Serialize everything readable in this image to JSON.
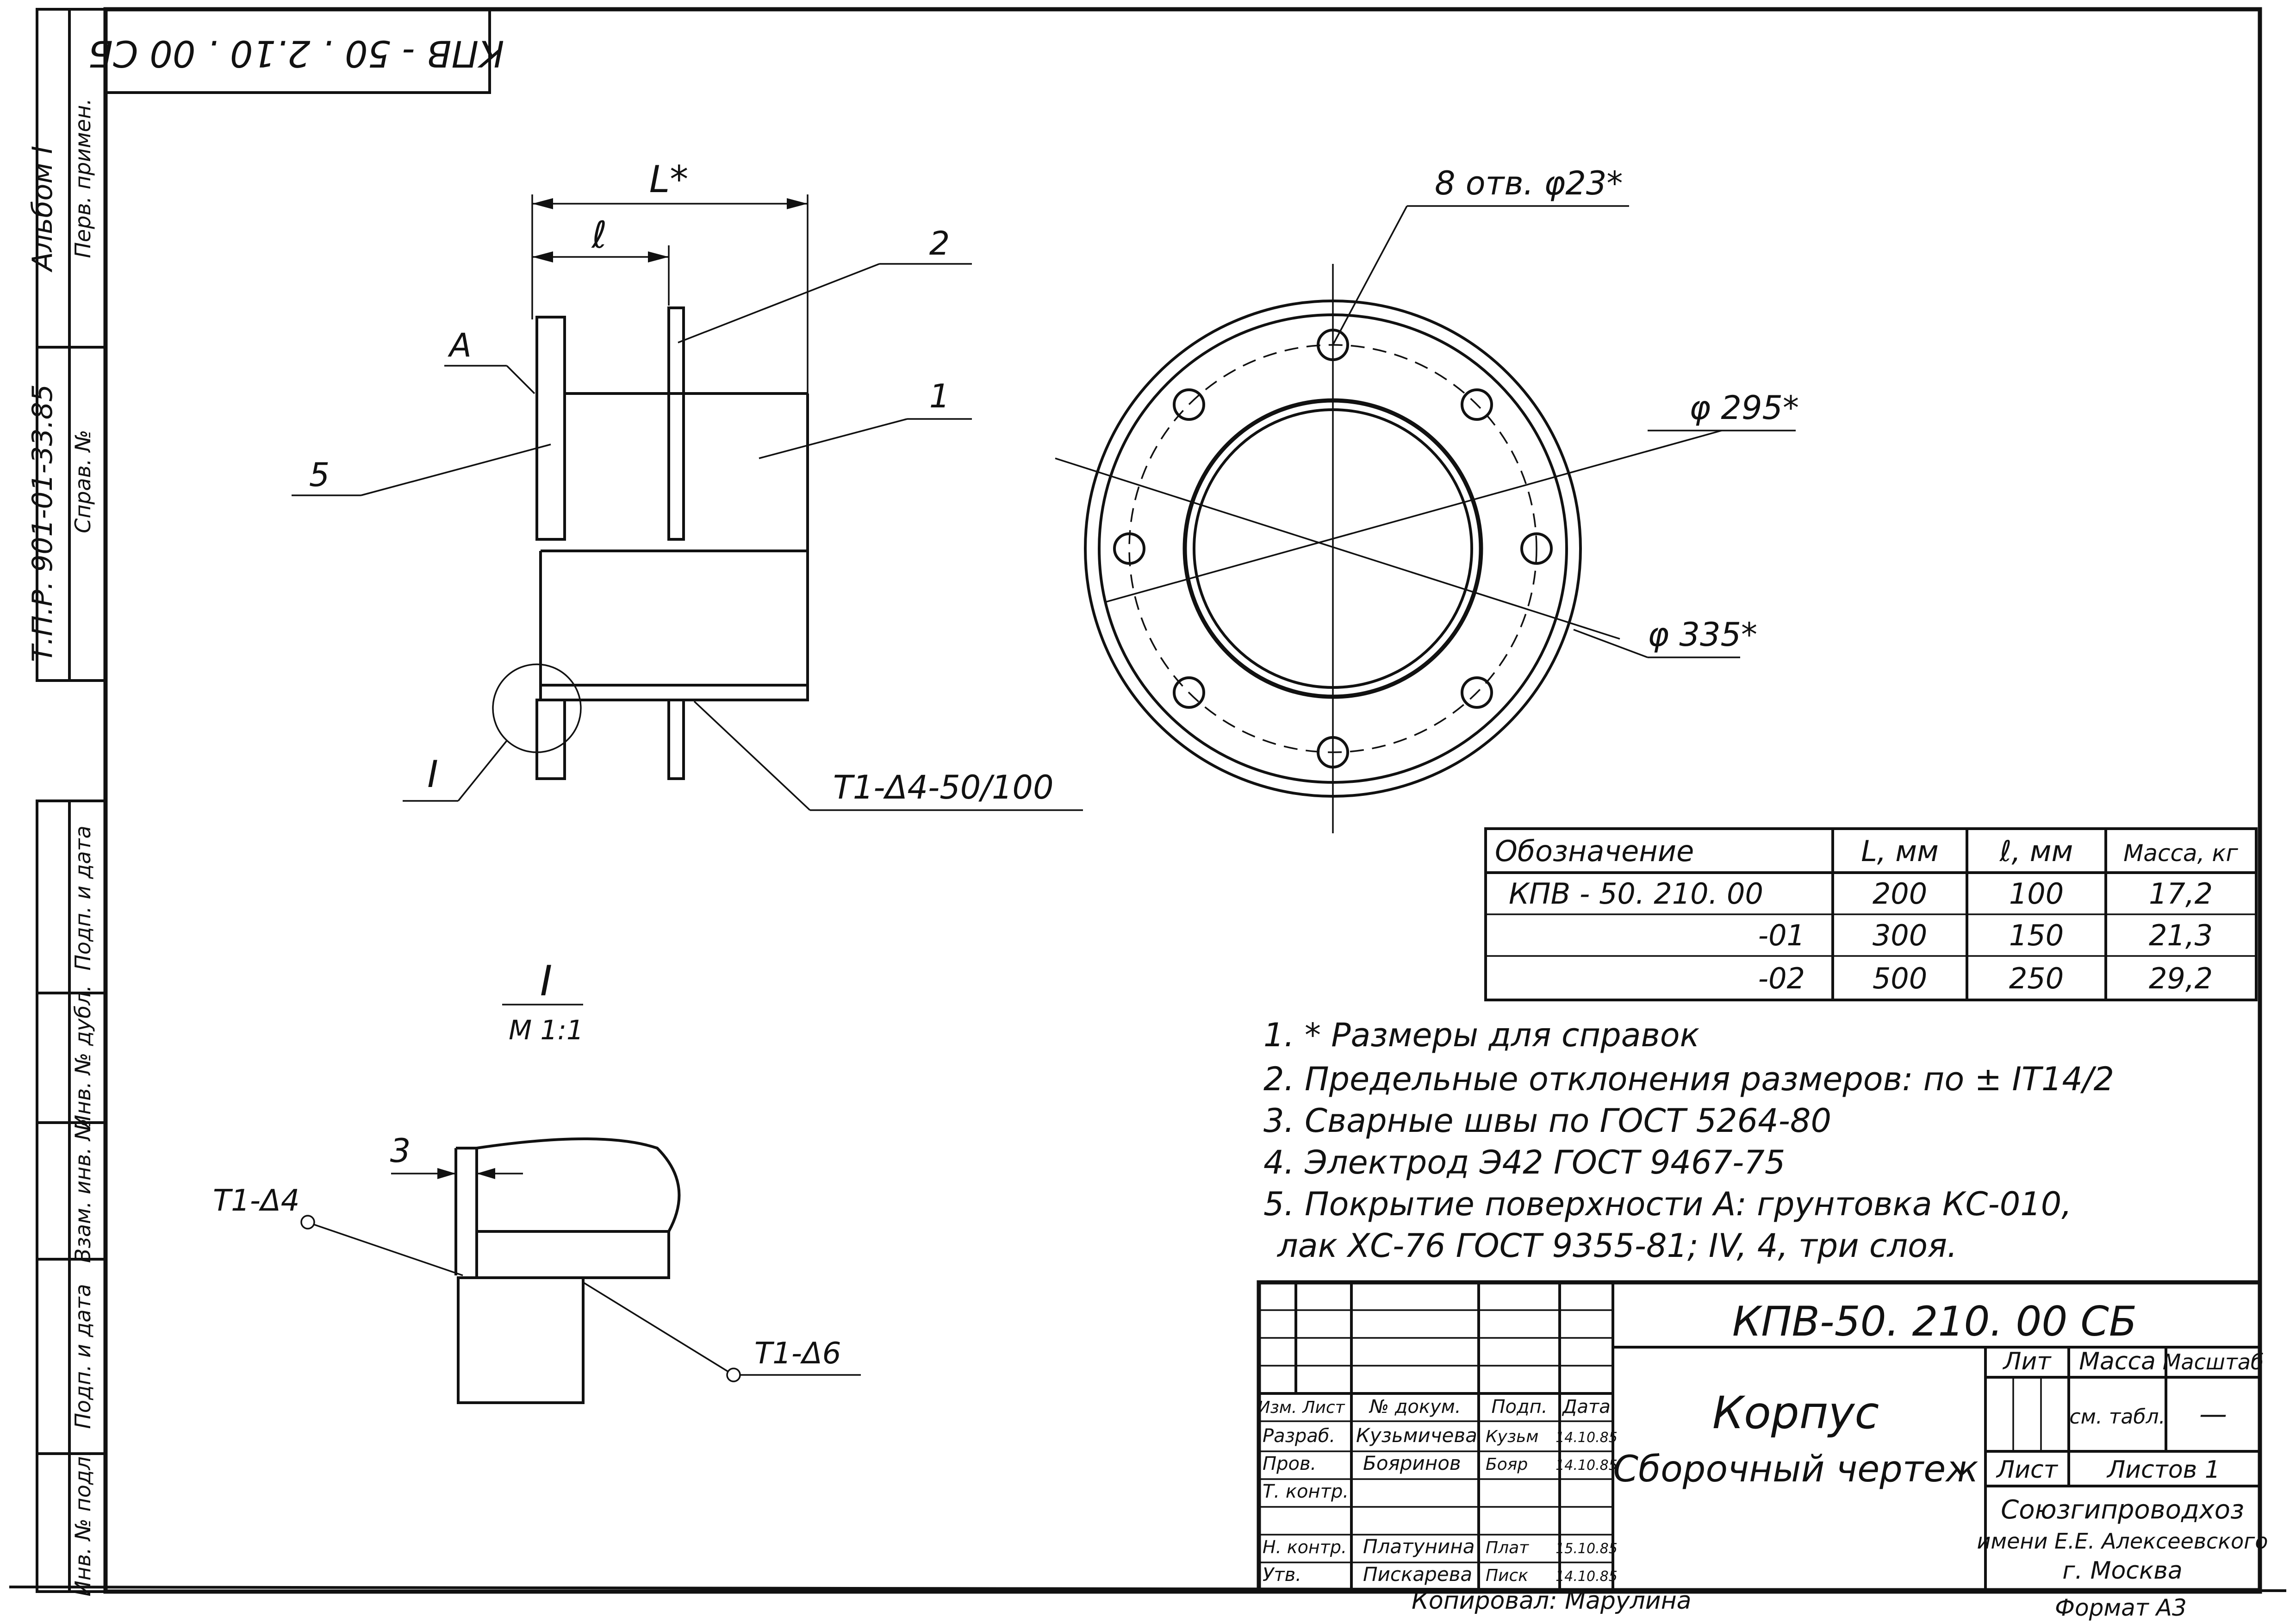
{
  "corner_stamp": "КПВ - 50 . 2.10 . 00 СБ",
  "left_strip": {
    "album": "Альбом I",
    "perv_primen": "Перв. примен.",
    "series": "Т.П.Р. 901-01-33.85",
    "sprav": "Справ. №",
    "podp_data_1": "Подп. и дата",
    "inv_dubl": "Инв. № дубл.",
    "vzam_inv": "Взам. инв. №",
    "podp_data_2": "Подп. и дата",
    "inv_podl": "Инв. № подл."
  },
  "main_view": {
    "dim_L": "L*",
    "dim_l": "ℓ",
    "pos_A": "А",
    "pos_5": "5",
    "pos_2": "2",
    "pos_1": "1",
    "pos_I": "I",
    "weld_main": "Т1-Δ4-50/100"
  },
  "flange_view": {
    "holes": "8 отв. φ23*",
    "d295": "φ 295*",
    "d335": "φ 335*"
  },
  "detail": {
    "title": "I",
    "scale": "М 1:1",
    "dim_3": "3",
    "weld_left": "Т1-Δ4",
    "weld_right": "Т1-Δ6"
  },
  "variants_table": {
    "headers": [
      "Обозначение",
      "L, мм",
      "ℓ, мм",
      "Масса, кг"
    ],
    "rows": [
      [
        "КПВ - 50. 210. 00",
        "200",
        "100",
        "17,2"
      ],
      [
        "-01",
        "300",
        "150",
        "21,3"
      ],
      [
        "-02",
        "500",
        "250",
        "29,2"
      ]
    ]
  },
  "notes": [
    "1. * Размеры для справок",
    "2. Предельные отклонения размеров: по ± IT14/2",
    "3. Сварные швы по ГОСТ 5264-80",
    "4. Электрод Э42 ГОСТ 9467-75",
    "5. Покрытие поверхности А: грунтовка КС-010,",
    "лак ХС-76 ГОСТ 9355-81; IV, 4, три слоя."
  ],
  "title_block": {
    "designation": "КПВ-50. 210. 00 СБ",
    "name_1": "Корпус",
    "name_2": "Сборочный чертеж",
    "col_headers": [
      "Изм.",
      "Лист",
      "№ докум.",
      "Подп.",
      "Дата"
    ],
    "roles": [
      {
        "role": "Разраб.",
        "name": "Кузьмичева",
        "sign": "Кузьм",
        "date": "14.10.85"
      },
      {
        "role": "Пров.",
        "name": "Бояринов",
        "sign": "Бояр",
        "date": "14.10.85"
      },
      {
        "role": "Т. контр.",
        "name": "",
        "sign": "",
        "date": ""
      },
      {
        "role": "Н. контр.",
        "name": "Платунина",
        "sign": "Плат",
        "date": "15.10.85"
      },
      {
        "role": "Утв.",
        "name": "Пискарева",
        "sign": "Писк",
        "date": "14.10.85"
      }
    ],
    "lit_label": "Лит",
    "massa_label": "Масса",
    "masshtab_label": "Масштаб",
    "massa_value": "см. табл.",
    "masshtab_value": "—",
    "list_label": "Лист",
    "listov_label": "Листов 1",
    "org_1": "Союзгипроводхоз",
    "org_2": "имени Е.Е. Алексеевского",
    "org_3": "г. Москва"
  },
  "copied_by": "Копировал: Марулина",
  "format": "Формат А3"
}
